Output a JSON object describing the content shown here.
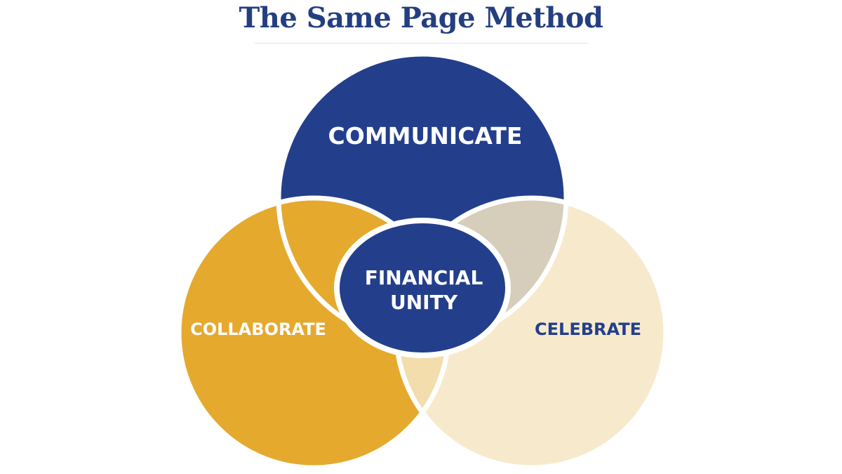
{
  "title": "The Same Page Method",
  "diagram": {
    "top": {
      "label": "COMMUNICATE",
      "fill": "#233f8c",
      "text_color": "#ffffff"
    },
    "left": {
      "label": "COLLABORATE",
      "fill": "#e5a92e",
      "text_color": "#ffffff"
    },
    "right": {
      "label": "CELEBRATE",
      "fill": "#f6e6c3",
      "text_color": "#233f8c"
    },
    "center": {
      "line1": "FINANCIAL",
      "line2": "UNITY",
      "fill": "#233f8c",
      "text_color": "#ffffff"
    }
  }
}
